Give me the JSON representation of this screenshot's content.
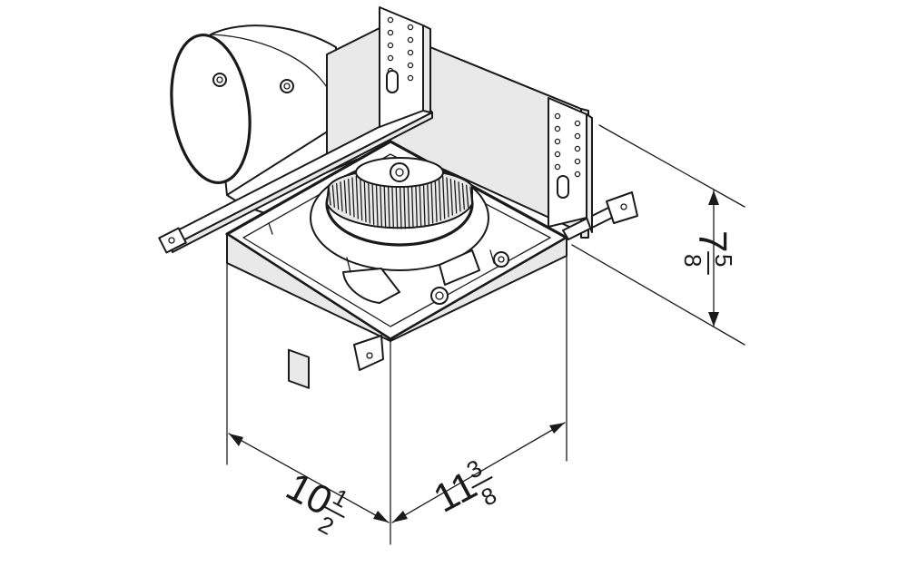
{
  "diagram": {
    "dimensions": {
      "width_left": {
        "whole": "10",
        "numerator": "1",
        "denominator": "2"
      },
      "width_right": {
        "whole": "11",
        "numerator": "3",
        "denominator": "8"
      },
      "height": {
        "whole": "7",
        "numerator": "5",
        "denominator": "8"
      }
    },
    "colors": {
      "line": "#1a1a1a",
      "panel": "#e9e9e9",
      "background": "#ffffff"
    }
  }
}
